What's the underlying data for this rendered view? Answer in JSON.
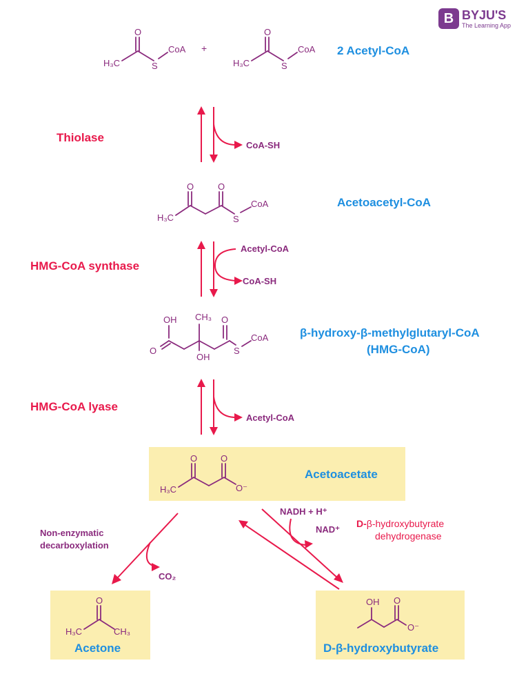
{
  "logo": {
    "letter": "B",
    "brand": "BYJU'S",
    "tagline": "The Learning App"
  },
  "compounds": {
    "acetyl_coa": "2 Acetyl-CoA",
    "acetoacetyl_coa": "Acetoacetyl-CoA",
    "hmg_coa_line1": "β-hydroxy-β-methylglutaryl-CoA",
    "hmg_coa_line2": "(HMG-CoA)",
    "acetoacetate": "Acetoacetate",
    "acetone": "Acetone",
    "hydroxybutyrate": "D-β-hydroxybutyrate"
  },
  "enzymes": {
    "thiolase": "Thiolase",
    "hmg_synthase": "HMG-CoA synthase",
    "hmg_lyase": "HMG-CoA lyase",
    "dehydrogenase_prefix": "D-",
    "dehydrogenase_line1": "β-hydroxybutyrate",
    "dehydrogenase_line2": "dehydrogenase",
    "nonenzymatic_line1": "Non-enzymatic",
    "nonenzymatic_line2": "decarboxylation"
  },
  "cofactors": {
    "coash_1": "CoA-SH",
    "acetylcoa_in": "Acetyl-CoA",
    "coash_2": "CoA-SH",
    "acetylcoa_out": "Acetyl-CoA",
    "nadh": "NADH + H⁺",
    "nad": "NAD⁺",
    "co2": "CO₂"
  },
  "atoms": {
    "O": "O",
    "S": "S",
    "CoA": "CoA",
    "plus": "+",
    "H3C": "H₃C",
    "CH3": "CH₃",
    "OH": "OH",
    "O_minus": "O⁻"
  },
  "colors": {
    "enzyme": "#e8194b",
    "compound": "#1e8fe0",
    "structure": "#8a2a7d",
    "highlight_box": "#fbeeb0",
    "arrow": "#e8194b"
  }
}
